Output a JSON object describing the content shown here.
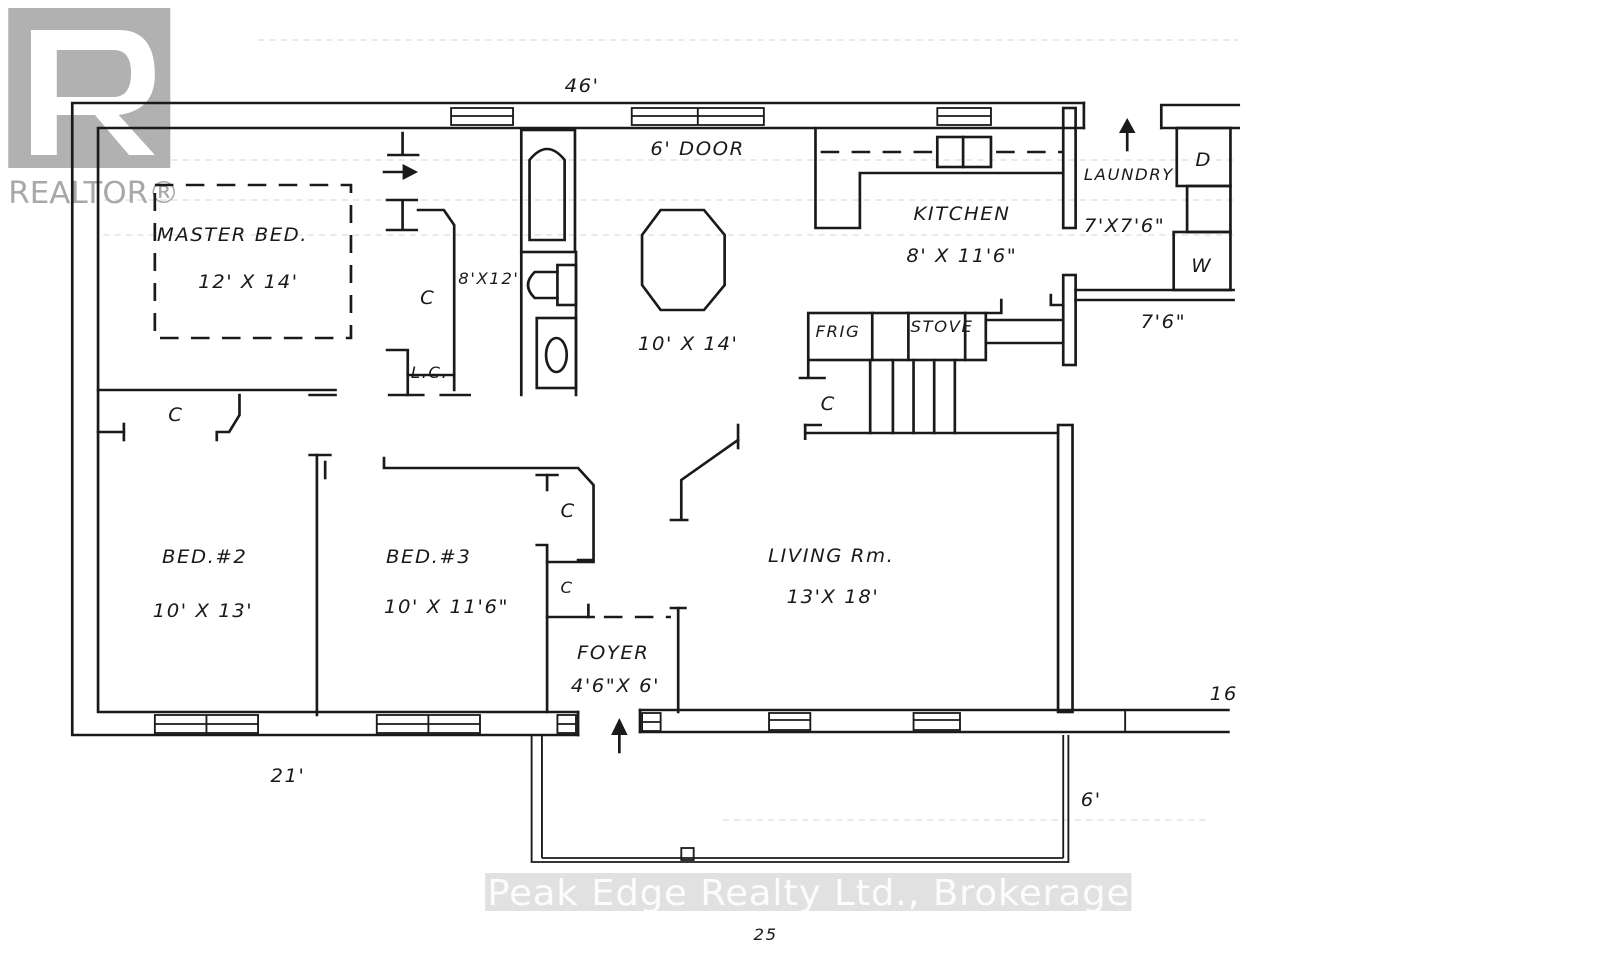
{
  "logo": {
    "text": "REALTOR®",
    "letter": "R",
    "color": "#a8a8a8"
  },
  "watermark": {
    "text": "Peak Edge Realty Ltd., Brokerage"
  },
  "dimensions": {
    "top_overall": "46'",
    "bottom_left": "21'",
    "right_side": "16",
    "porch_depth": "6'",
    "laundry_exterior": "7'6\"",
    "page_number": "25"
  },
  "rooms": {
    "master_bed": {
      "name": "MASTER BED.",
      "size": "12' X 14'"
    },
    "bath": {
      "size": "8'X12'"
    },
    "dining": {
      "name": "6' DOOR",
      "size": "10' X 14'"
    },
    "kitchen": {
      "name": "KITCHEN",
      "size": "8' X 11'6\""
    },
    "laundry": {
      "name": "LAUNDRY",
      "size": "7'X7'6\"",
      "dryer": "D",
      "washer": "W"
    },
    "bed2": {
      "name": "BED.#2",
      "size": "10' X 13'"
    },
    "bed3": {
      "name": "BED.#3",
      "size": "10' X 11'6\""
    },
    "foyer": {
      "name": "FOYER",
      "size": "4'6\"X 6'"
    },
    "living": {
      "name": "LIVING Rm.",
      "size": "13'X 18'"
    }
  },
  "fixtures": {
    "frig": "FRIG",
    "stove": "STOVE",
    "closet": "C",
    "linen_closet": "L.C."
  }
}
